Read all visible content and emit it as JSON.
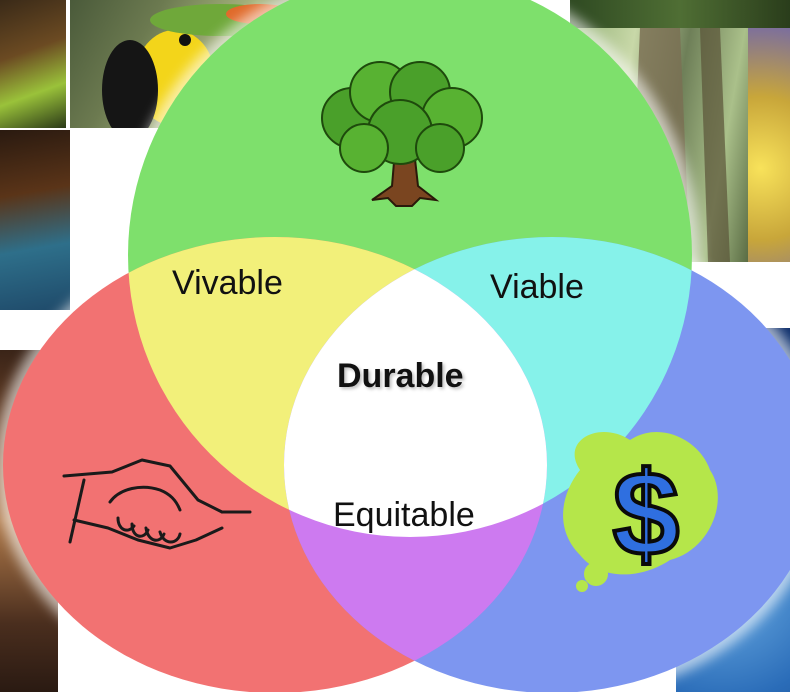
{
  "diagram": {
    "type": "venn",
    "regions": {
      "environment_social": "Vivable",
      "environment_economic": "Viable",
      "social_economic": "Equitable",
      "center": "Durable"
    },
    "circles": [
      {
        "role": "environment",
        "icon": "tree-icon",
        "color": "#7ee06c"
      },
      {
        "role": "social",
        "icon": "handshake-icon",
        "color": "#f27272"
      },
      {
        "role": "economic",
        "icon": "dollar-icon",
        "color": "#7d96f0"
      }
    ],
    "overlap_colors": {
      "environment_social": "#f2f07a",
      "environment_economic": "#86f2ea",
      "social_economic": "#cd7af0",
      "center": "#ffffff"
    }
  },
  "background": {
    "photos": [
      "parrot-photo",
      "toucan-photo",
      "forest-photo",
      "tree-trunk-photo",
      "flower-photo",
      "blue-bird-photo",
      "child-photo",
      "earth-photo"
    ]
  }
}
